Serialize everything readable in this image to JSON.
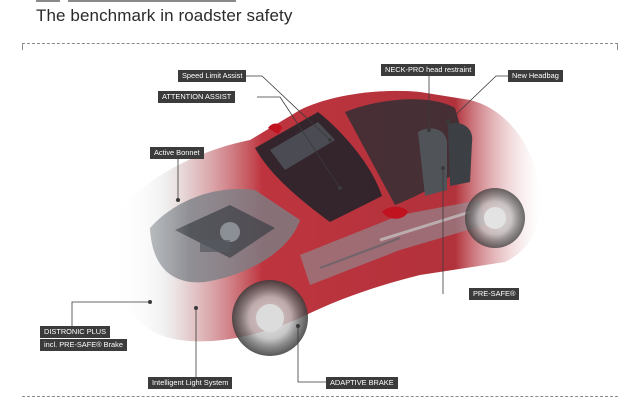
{
  "header": {
    "title": "The benchmark in roadster safety"
  },
  "colors": {
    "car_body": "#b3121e",
    "label_bg": "#3b3b3b",
    "label_text": "#ffffff",
    "leader": "#3a3a3a"
  },
  "labels": {
    "speed_limit": "Speed Limit Assist",
    "attention": "ATTENTION ASSIST",
    "neck_pro": "NECK-PRO head restraint",
    "headbag": "New Headbag",
    "bonnet": "Active Bonnet",
    "presafe": "PRE-SAFE®",
    "distronic_1": "DISTRONIC PLUS",
    "distronic_2": "incl. PRE-SAFE® Brake",
    "light": "Intelligent Light System",
    "brake": "ADAPTIVE BRAKE"
  }
}
